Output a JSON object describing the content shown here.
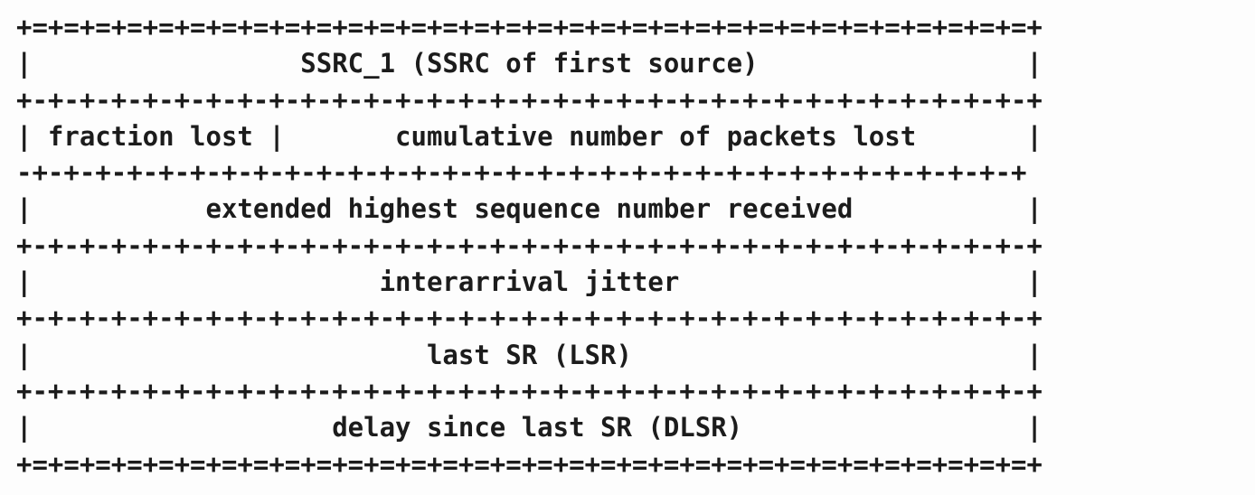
{
  "report_block": {
    "lines": [
      "+=+=+=+=+=+=+=+=+=+=+=+=+=+=+=+=+=+=+=+=+=+=+=+=+=+=+=+=+=+=+=+=+",
      "|                 SSRC_1 (SSRC of first source)                 |",
      "+-+-+-+-+-+-+-+-+-+-+-+-+-+-+-+-+-+-+-+-+-+-+-+-+-+-+-+-+-+-+-+-+",
      "| fraction lost |       cumulative number of packets lost       |",
      "-+-+-+-+-+-+-+-+-+-+-+-+-+-+-+-+-+-+-+-+-+-+-+-+-+-+-+-+-+-+-+-+",
      "|           extended highest sequence number received           |",
      "+-+-+-+-+-+-+-+-+-+-+-+-+-+-+-+-+-+-+-+-+-+-+-+-+-+-+-+-+-+-+-+-+",
      "|                      interarrival jitter                      |",
      "+-+-+-+-+-+-+-+-+-+-+-+-+-+-+-+-+-+-+-+-+-+-+-+-+-+-+-+-+-+-+-+-+",
      "|                         last SR (LSR)                         |",
      "+-+-+-+-+-+-+-+-+-+-+-+-+-+-+-+-+-+-+-+-+-+-+-+-+-+-+-+-+-+-+-+-+",
      "|                   delay since last SR (DLSR)                  |",
      "+=+=+=+=+=+=+=+=+=+=+=+=+=+=+=+=+=+=+=+=+=+=+=+=+=+=+=+=+=+=+=+=+"
    ]
  }
}
